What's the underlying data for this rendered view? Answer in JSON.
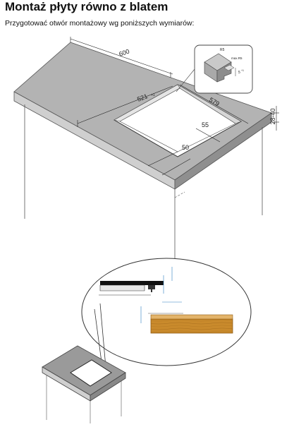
{
  "document": {
    "title": "Montaż płyty równo z blatem",
    "subtitle": "Przygotować otwór montażowy wg poniższych wymiarów:"
  },
  "dimensions": {
    "width_outer": "600",
    "width_inner": "521",
    "width_inner_sup": "+1",
    "depth_inner": "579",
    "offset_back": "55",
    "offset_front": "50",
    "thickness": "28-40"
  },
  "detail": {
    "corner_radius": "R5",
    "max_radius": "max.R5",
    "rebate_depth": "5",
    "rebate_depth_sup": "+1"
  },
  "colors": {
    "countertop_top": "#b2b2b2",
    "countertop_edge": "#8f8f8f",
    "cavity": "#ffffff",
    "wood": "#c98a2c",
    "wood_dark": "#8f5b14",
    "hob_glass": "#111111"
  }
}
